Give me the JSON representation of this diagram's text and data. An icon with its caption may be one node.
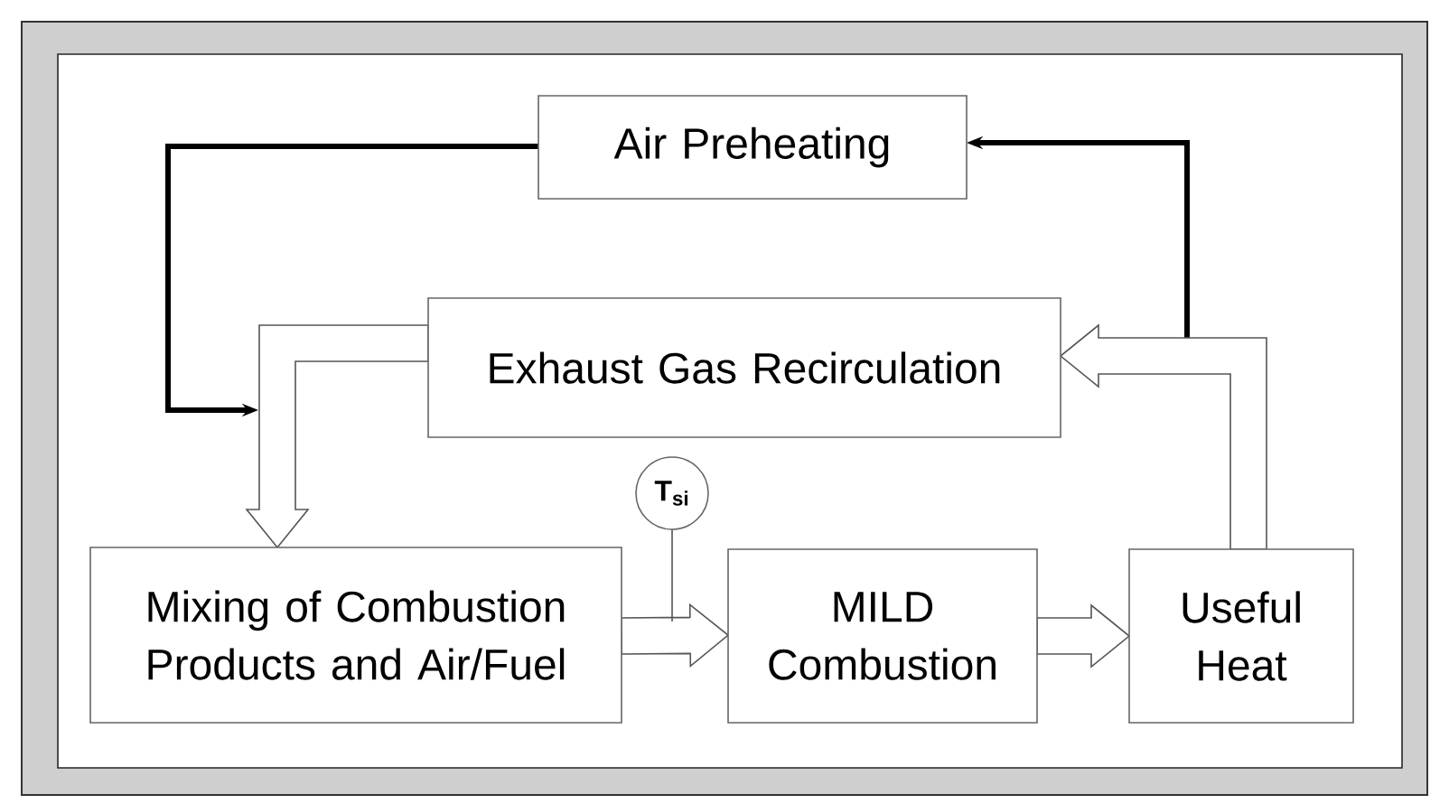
{
  "diagram": {
    "nodes": [
      {
        "text": [
          "Air Preheating"
        ]
      },
      {
        "text": [
          "Exhaust Gas Recirculation"
        ]
      },
      {
        "text": [
          "Mixing of Combustion Products and Air/Fuel"
        ]
      },
      {
        "text": [
          "MILD Combustion"
        ]
      },
      {
        "text": [
          "Useful Heat"
        ]
      },
      {
        "text": [
          "T$_{si}$"
        ]
      }
    ],
    "edges": [
      {
        "from": 0,
        "to": null,
        "arrow": "to",
        "color": "#000000"
      },
      {
        "from": null,
        "to": 0,
        "arrow": "to",
        "color": "#000000"
      },
      {
        "from": 4,
        "to": 1,
        "arrow": "to"
      },
      {
        "from": 1,
        "to": 2,
        "arrow": "to"
      },
      {
        "from": 2,
        "to": 3,
        "arrow": "to"
      },
      {
        "from": 3,
        "to": 4,
        "arrow": "to"
      },
      {
        "from": 5,
        "to": null,
        "arrow": "none"
      }
    ]
  }
}
